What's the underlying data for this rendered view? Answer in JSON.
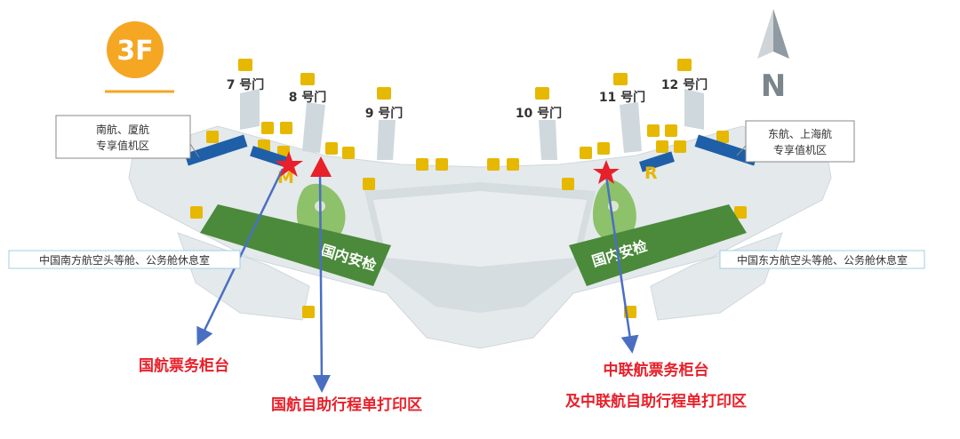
{
  "floor": {
    "label": "3F",
    "badge_color": "#f5a623"
  },
  "compass": {
    "label": "N"
  },
  "gates": [
    {
      "id": "7",
      "label": "7 号门"
    },
    {
      "id": "8",
      "label": "8 号门"
    },
    {
      "id": "9",
      "label": "9 号门"
    },
    {
      "id": "10",
      "label": "10 号门"
    },
    {
      "id": "11",
      "label": "11 号门"
    },
    {
      "id": "12",
      "label": "12 号门"
    }
  ],
  "areas": {
    "security_left": "国内安检",
    "security_right": "国内安检"
  },
  "zone_letters": {
    "left": "M",
    "right": "R"
  },
  "callouts": {
    "checkin_left": [
      "南航、厦航",
      "专享值机区"
    ],
    "checkin_right": [
      "东航、上海航",
      "专享值机区"
    ],
    "lounge_left": "中国南方航空头等舱、公务舱休息室",
    "lounge_right": "中国东方航空头等舱、公务舱休息室"
  },
  "pointers": {
    "air_china_counter": "国航票务柜台",
    "air_china_print": "国航自助行程单打印区",
    "china_united_lines": [
      "中联航票务柜台",
      "及中联航自助行程单打印区"
    ]
  },
  "colors": {
    "marker_red": "#e8202a",
    "pointer_text": "#e8202a",
    "arrow_blue": "#4a6fc2",
    "security_green": "#4a8a3a",
    "counter_blue": "#1f5fa8",
    "icon_yellow": "#e6b800",
    "floor_light": "#e4e9ec",
    "floor_mid": "#cfd8dd"
  }
}
